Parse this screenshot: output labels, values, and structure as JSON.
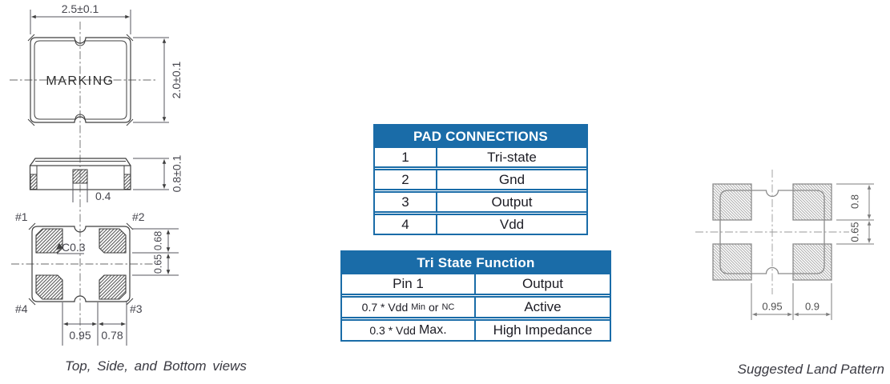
{
  "views": {
    "caption": "Top, Side, and Bottom views",
    "top_view": {
      "marking": "MARKING",
      "width_dim": "2.5±0.1",
      "height_dim": "2.0±0.1"
    },
    "side_view": {
      "height_dim": "0.8±0.1",
      "center_pad_dim": "0.4"
    },
    "bottom_view": {
      "pad_labels": {
        "p1": "#1",
        "p2": "#2",
        "p3": "#3",
        "p4": "#4"
      },
      "chamfer_note": "C0.3",
      "pad_length_dim": "0.68",
      "pad_gap_dim": "0.65",
      "pad_pitch_dim": "0.95",
      "pad_width_dim": "0.78"
    }
  },
  "pad_connections": {
    "title": "PAD CONNECTIONS",
    "rows": [
      {
        "pin": "1",
        "function": "Tri-state"
      },
      {
        "pin": "2",
        "function": "Gnd"
      },
      {
        "pin": "3",
        "function": "Output"
      },
      {
        "pin": "4",
        "function": "Vdd"
      }
    ]
  },
  "tri_state": {
    "title": "Tri State Function",
    "col1_header": "Pin 1",
    "col2_header": "Output",
    "rows": [
      {
        "cond_1": "0.7 * Vdd",
        "cond_2": "Min",
        "cond_3": "or",
        "cond_4": "NC",
        "output": "Active"
      },
      {
        "cond_1": "0.3 * Vdd",
        "cond_2": "Max.",
        "output": "High Impedance"
      }
    ]
  },
  "land_pattern": {
    "caption": "Suggested Land Pattern",
    "pad_height_dim": "0.8",
    "pad_gap_dim": "0.65",
    "pad_spacing_dim": "0.95",
    "pad_width_dim": "0.9"
  },
  "colors": {
    "table_blue": "#1A6CA8",
    "line_dark": "#3F3F3F",
    "line_gray": "#8B8B8B"
  }
}
